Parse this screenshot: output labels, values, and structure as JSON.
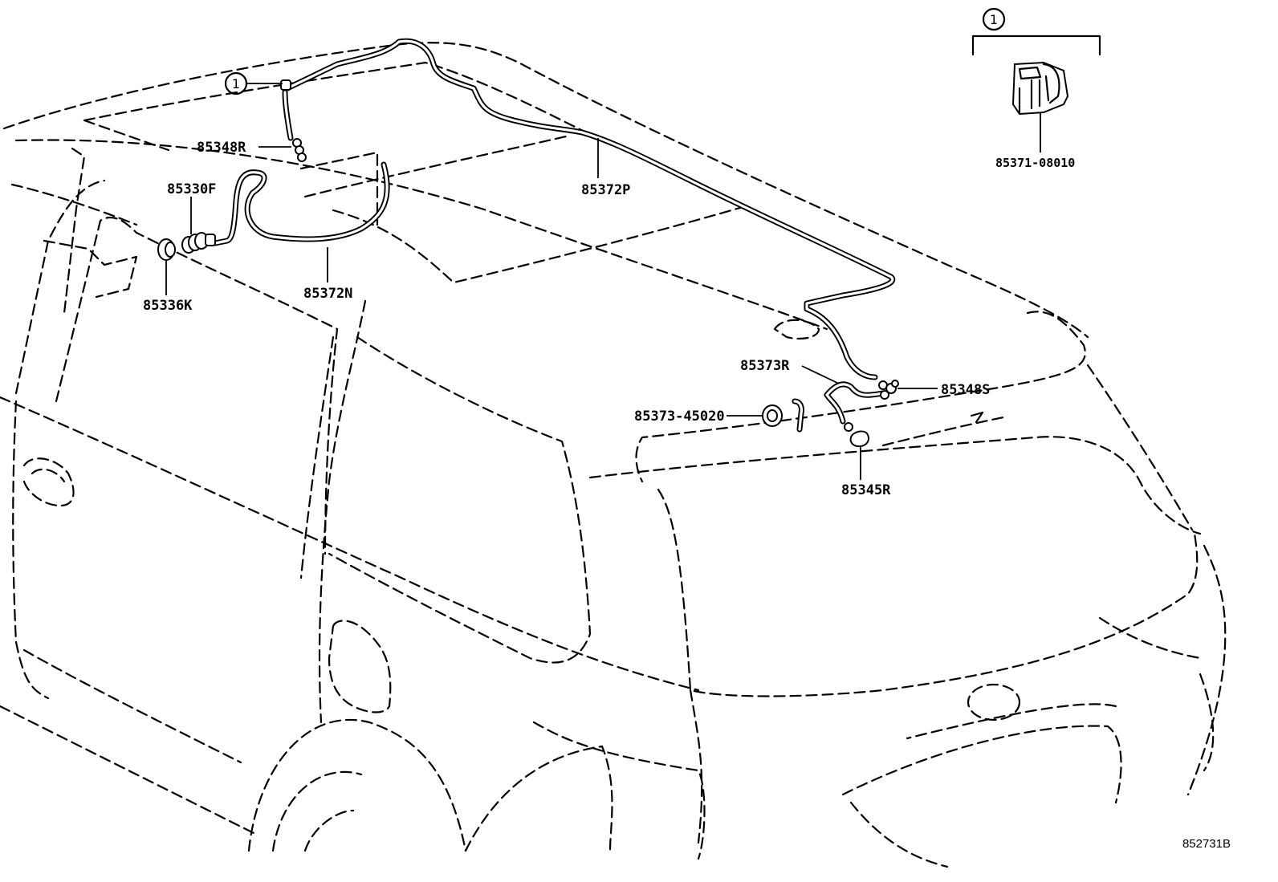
{
  "diagram": {
    "callout_marker": "1",
    "detail_marker": "1",
    "reference_code": "852731B",
    "parts": [
      {
        "id": "85348R",
        "label": "85348R"
      },
      {
        "id": "85330F",
        "label": "85330F"
      },
      {
        "id": "85336K",
        "label": "85336K"
      },
      {
        "id": "85372N",
        "label": "85372N"
      },
      {
        "id": "85372P",
        "label": "85372P"
      },
      {
        "id": "85373R",
        "label": "85373R"
      },
      {
        "id": "85348S",
        "label": "85348S"
      },
      {
        "id": "85373-45020",
        "label": "85373-45020"
      },
      {
        "id": "85345R",
        "label": "85345R"
      },
      {
        "id": "85371-08010",
        "label": "85371-08010"
      }
    ]
  }
}
